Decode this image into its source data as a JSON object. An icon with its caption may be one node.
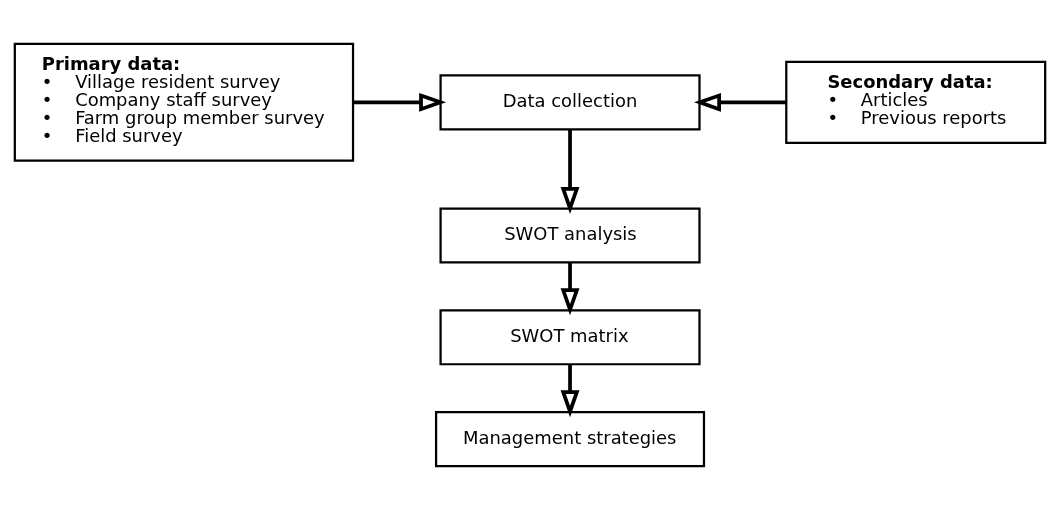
{
  "diagram": {
    "nodes": [
      {
        "text": [
          "Primary data:",
          "•    Village resident survey",
          "•    Company staff survey",
          "•    Farm group member survey",
          "•    Field survey"
        ]
      },
      {
        "text": [
          "Data collection"
        ]
      },
      {
        "text": [
          "Secondary data:",
          "•    Articles",
          "•    Previous reports"
        ]
      },
      {
        "text": [
          "SWOT analysis"
        ]
      },
      {
        "text": [
          "SWOT matrix"
        ]
      },
      {
        "text": [
          "Management strategies"
        ]
      }
    ],
    "edges": [
      {
        "from": 0,
        "to": 1,
        "arrow": "to"
      },
      {
        "from": 2,
        "to": 1,
        "arrow": "to"
      },
      {
        "from": 1,
        "to": 3,
        "arrow": "to"
      },
      {
        "from": 3,
        "to": 4,
        "arrow": "to"
      },
      {
        "from": 4,
        "to": 5,
        "arrow": "to"
      }
    ]
  }
}
